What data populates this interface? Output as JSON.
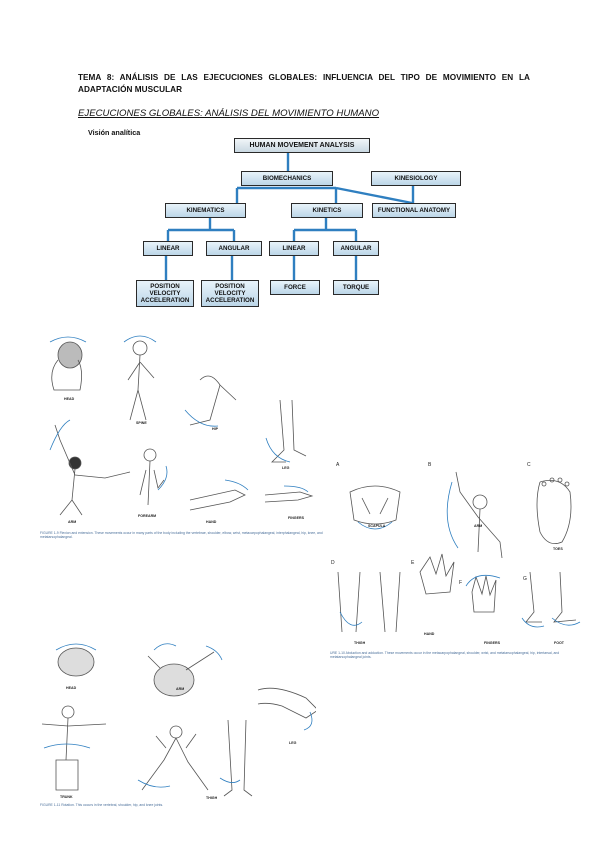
{
  "heading": "TEMA 8: ANÁLISIS DE LAS EJECUCIONES GLOBALES: INFLUENCIA DEL TIPO DE MOVIMIENTO EN LA ADAPTACIÓN MUSCULAR",
  "subheading": "EJECUCIONES GLOBALES: ANÁLISIS DEL MOVIMIENTO HUMANO",
  "section_label": "Visión analítica",
  "diagram": {
    "root": "HUMAN MOVEMENT ANALYSIS",
    "biomechanics": "BIOMECHANICS",
    "kinesiology": "KINESIOLOGY",
    "kinematics": "KINEMATICS",
    "kinetics": "KINETICS",
    "functional_anatomy": "FUNCTIONAL ANATOMY",
    "kinematics_linear": "LINEAR",
    "kinematics_angular": "ANGULAR",
    "kinetics_linear": "LINEAR",
    "kinetics_angular": "ANGULAR",
    "leaf_linear": "POSITION VELOCITY ACCELERATION",
    "leaf_angular": "POSITION VELOCITY ACCELERATION",
    "leaf_force": "FORCE",
    "leaf_torque": "TORQUE",
    "line_color": "#2f7fc0"
  },
  "figure_flexion": {
    "labels": [
      "HEAD",
      "SPINE",
      "HIP",
      "LEG",
      "ARM",
      "FOREARM",
      "HAND",
      "FINGERS"
    ],
    "caption": "FIGURE 1-9 Flexion and extension. These movements occur in many parts of the body including the vertebrae, shoulder, elbow, wrist, metacarpophalangeal, interphalangeal, hip, knee, and metatarsophalangeal."
  },
  "figure_abduction": {
    "letters": [
      "A",
      "B",
      "C",
      "D",
      "E",
      "F",
      "G"
    ],
    "labels": [
      "SCAPULA",
      "ARM",
      "TOES",
      "THIGH",
      "HAND",
      "FINGERS",
      "FOOT"
    ],
    "caption": "URE 1-10 Abduction and adduction. These movements occur in the metacarpophalangeal, shoulder, wrist, and metatarsophalangeal, hip, intertarsal, and metatarsophalangeal joints."
  },
  "figure_rotation": {
    "labels": [
      "HEAD",
      "ARM",
      "TRUNK",
      "THIGH",
      "LEG"
    ],
    "caption": "FIGURE 1-11 Rotation. This occurs in the vertebral, shoulder, hip, and knee joints."
  }
}
